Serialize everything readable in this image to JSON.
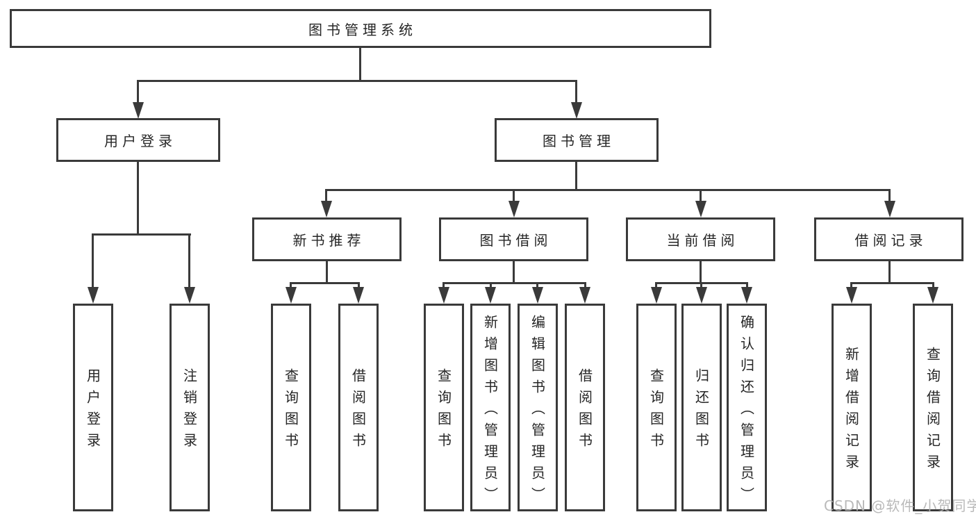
{
  "diagram": {
    "root": {
      "label": "图书管理系统"
    },
    "user_login": {
      "label": "用户登录",
      "children": {
        "login": {
          "label": "用户登录"
        },
        "logout": {
          "label": "注销登录"
        }
      }
    },
    "book_management": {
      "label": "图书管理",
      "children": {
        "new_book_recommend": {
          "label": "新书推荐",
          "children": {
            "query_books": {
              "label": "查询图书"
            },
            "borrow_books": {
              "label": "借阅图书"
            }
          }
        },
        "book_borrow": {
          "label": "图书借阅",
          "children": {
            "query_books": {
              "label": "查询图书"
            },
            "add_books": {
              "label": "新增图书（管理员）"
            },
            "edit_books": {
              "label": "编辑图书（管理员）"
            },
            "borrow_books": {
              "label": "借阅图书"
            }
          }
        },
        "current_borrow": {
          "label": "当前借阅",
          "children": {
            "query_books": {
              "label": "查询图书"
            },
            "return_books": {
              "label": "归还图书"
            },
            "confirm_return": {
              "label": "确认归还（管理员）"
            }
          }
        },
        "borrow_records": {
          "label": "借阅记录",
          "children": {
            "add_record": {
              "label": "新增借阅记录"
            },
            "query_record": {
              "label": "查询借阅记录"
            }
          }
        }
      }
    }
  },
  "watermark": {
    "text": "CSDN @软件_小贺同学"
  },
  "colors": {
    "line": "#3a3a3a",
    "text": "#262626",
    "watermark": "#b4b4b4",
    "background": "#ffffff"
  }
}
